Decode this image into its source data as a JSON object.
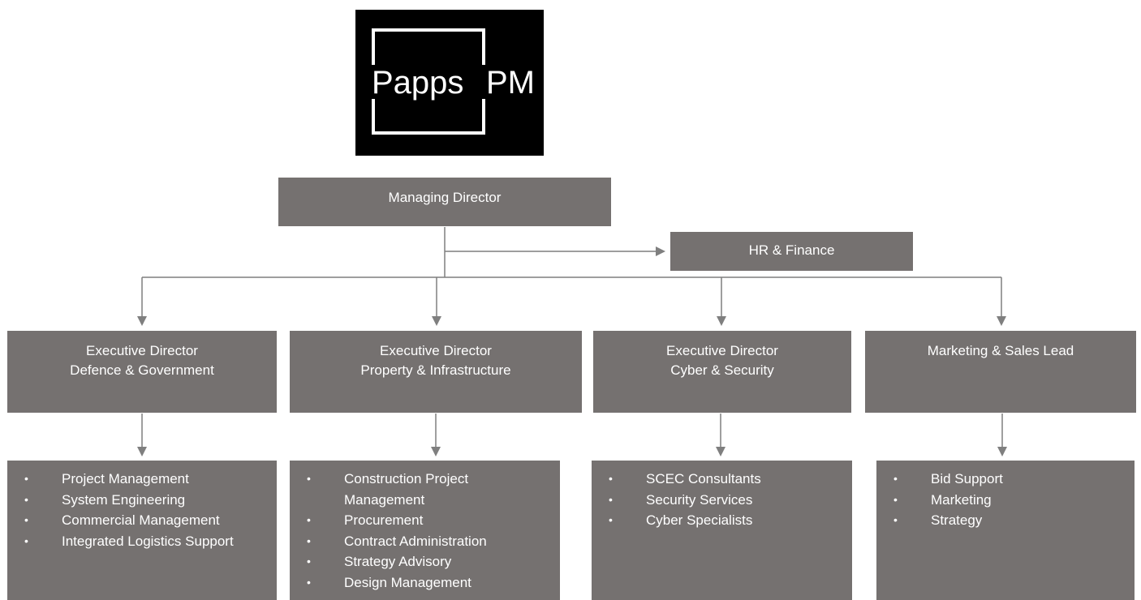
{
  "logo": {
    "text_left": "Papps",
    "text_right": "PM"
  },
  "managing_director": {
    "label": "Managing Director"
  },
  "hr_finance": {
    "label": "HR & Finance"
  },
  "directors": [
    {
      "line1": "Executive Director",
      "line2": "Defence & Government"
    },
    {
      "line1": "Executive Director",
      "line2": "Property & Infrastructure"
    },
    {
      "line1": "Executive Director",
      "line2": "Cyber & Security"
    },
    {
      "line1": "Marketing & Sales Lead",
      "line2": ""
    }
  ],
  "services": [
    [
      "Project Management",
      "System Engineering",
      "Commercial Management",
      "Integrated Logistics Support"
    ],
    [
      "Construction Project Management",
      "Procurement",
      "Contract Administration",
      "Strategy Advisory",
      "Design Management"
    ],
    [
      "SCEC Consultants",
      "Security Services",
      "Cyber Specialists"
    ],
    [
      "Bid Support",
      "Marketing",
      "Strategy"
    ]
  ],
  "colors": {
    "box": "#757170",
    "connector": "#7f7f7f",
    "logo_bg": "#000000"
  }
}
